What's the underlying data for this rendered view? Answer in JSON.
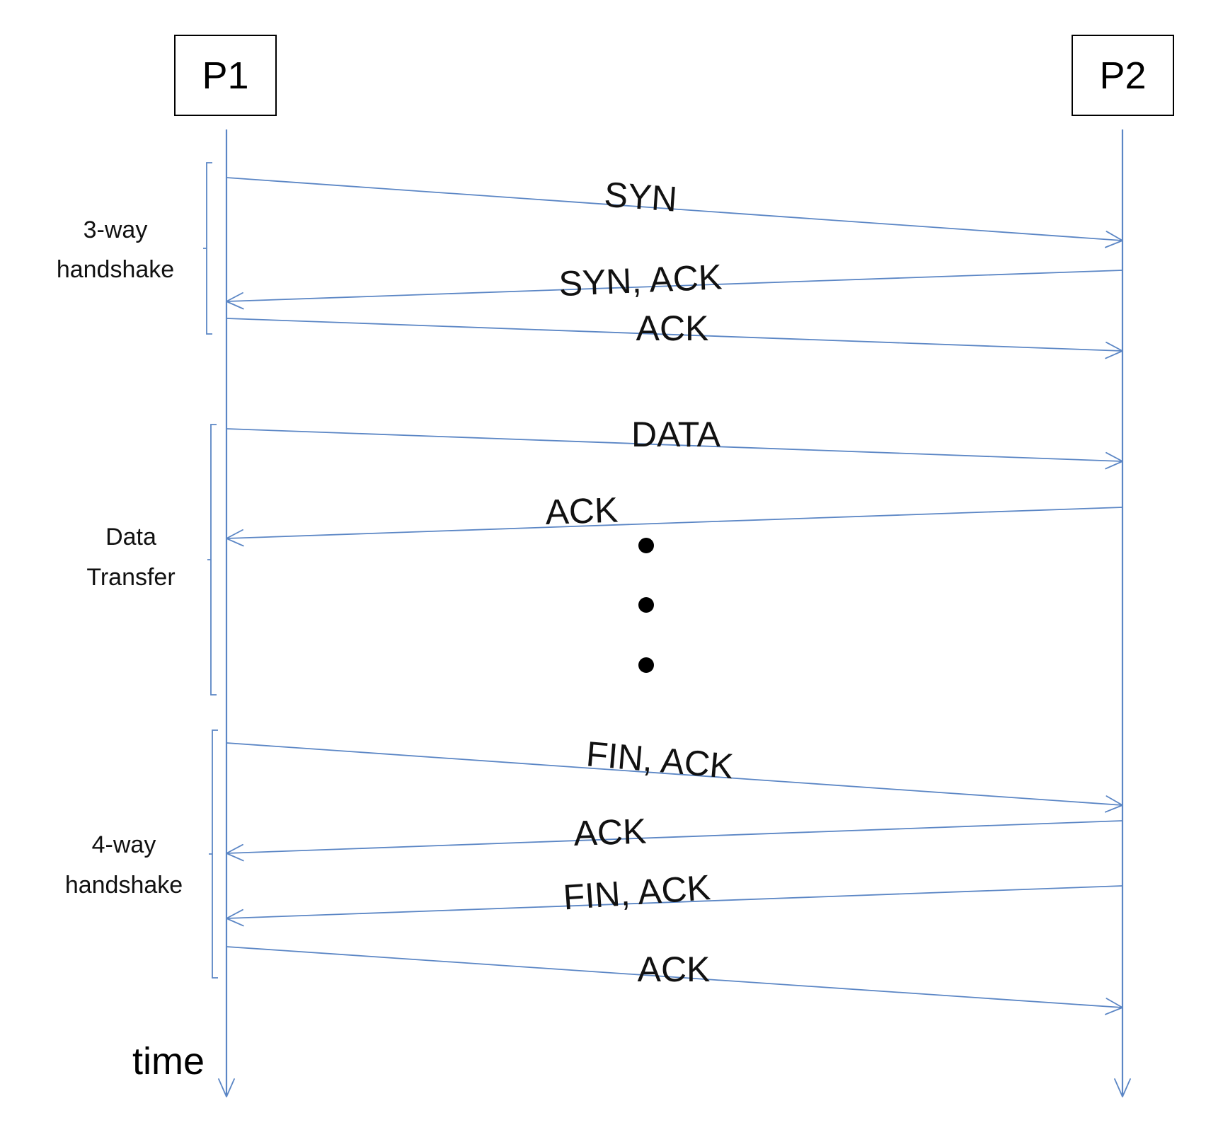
{
  "participants": [
    {
      "id": "p1",
      "label": "P1"
    },
    {
      "id": "p2",
      "label": "P2"
    }
  ],
  "time_label": "time",
  "colors": {
    "line": "#5b86c5",
    "text": "#111111"
  },
  "phases": [
    {
      "id": "three-way",
      "lines": [
        "3-way",
        "handshake"
      ]
    },
    {
      "id": "data-transfer",
      "lines": [
        "Data",
        "Transfer"
      ]
    },
    {
      "id": "four-way",
      "lines": [
        "4-way",
        "handshake"
      ]
    }
  ],
  "messages": [
    {
      "label": "SYN",
      "from": "P1",
      "to": "P2"
    },
    {
      "label": "SYN, ACK",
      "from": "P2",
      "to": "P1"
    },
    {
      "label": "ACK",
      "from": "P1",
      "to": "P2"
    },
    {
      "label": "DATA",
      "from": "P1",
      "to": "P2"
    },
    {
      "label": "ACK",
      "from": "P2",
      "to": "P1"
    },
    {
      "label": "FIN, ACK",
      "from": "P1",
      "to": "P2"
    },
    {
      "label": "ACK",
      "from": "P2",
      "to": "P1"
    },
    {
      "label": "FIN, ACK",
      "from": "P2",
      "to": "P1"
    },
    {
      "label": "ACK",
      "from": "P1",
      "to": "P2"
    }
  ],
  "ellipsis_dots": 3
}
